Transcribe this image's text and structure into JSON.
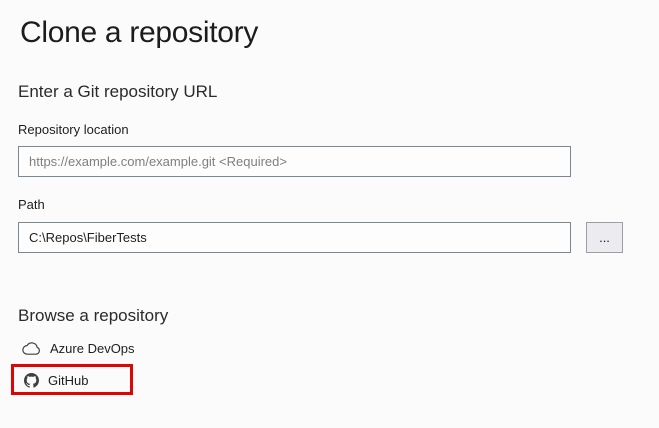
{
  "window": {
    "title": "Clone a repository"
  },
  "colors": {
    "page_bg": "#fbfbfb",
    "title_text": "#1c1c1c",
    "input_border": "#7a8894",
    "input_bg": "#fdfdfd",
    "placeholder_text": "#7f7f7f",
    "button_bg": "#ececf0",
    "button_border": "#9d9da2",
    "highlight_red": "#e00505",
    "icon_color": "#404040"
  },
  "url_section": {
    "heading": "Enter a Git repository URL",
    "repository_location": {
      "label": "Repository location",
      "value": "",
      "placeholder": "https://example.com/example.git <Required>"
    },
    "path": {
      "label": "Path",
      "value": "C:\\Repos\\FiberTests",
      "placeholder": ""
    },
    "browse_button_label": "..."
  },
  "browse_section": {
    "heading": "Browse a repository",
    "providers": [
      {
        "label": "Azure DevOps",
        "icon": "cloud-icon",
        "highlighted": false
      },
      {
        "label": "GitHub",
        "icon": "github-icon",
        "highlighted": true
      }
    ]
  }
}
